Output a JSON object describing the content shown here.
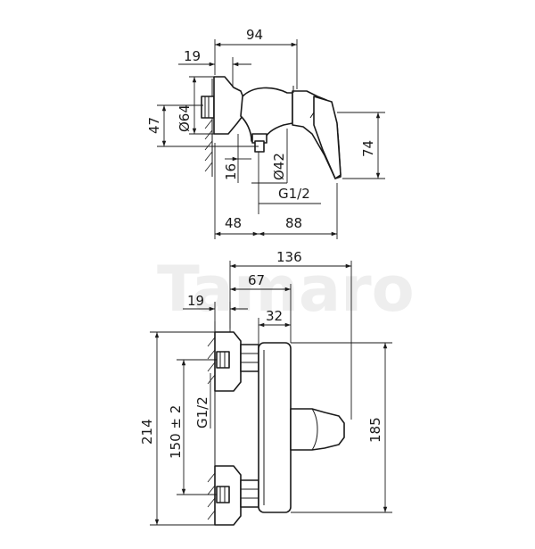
{
  "watermark": "Tamaro",
  "side_view": {
    "dim_overall_depth": "94",
    "dim_wall_plate": "19",
    "dim_plate_diameter": "Ø64",
    "dim_plate_height": "47",
    "dim_offset": "16",
    "dim_body_diameter": "Ø42",
    "dim_handle_height": "74",
    "dim_thread": "G1/2",
    "dim_outlet_offset": "48",
    "dim_handle_reach": "88"
  },
  "front_view": {
    "dim_total_width": "136",
    "dim_body_width": "67",
    "dim_wall_plate": "19",
    "dim_body_thickness": "32",
    "dim_total_height": "214",
    "dim_inlet_spacing": "150 ± 2",
    "dim_thread": "G1/2",
    "dim_body_height": "185"
  },
  "colors": {
    "line": "#1a1a1a",
    "background": "#ffffff",
    "watermark": "#eeeeee"
  }
}
